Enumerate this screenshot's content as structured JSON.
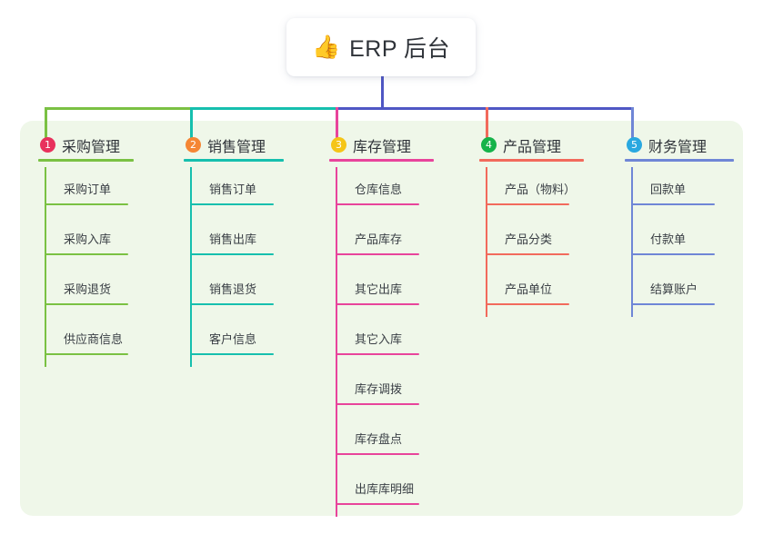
{
  "diagram": {
    "type": "mindmap-tree",
    "background_color": "#ffffff",
    "panel_color": "#eff7e9",
    "root": {
      "icon": "thumbs-up-icon",
      "emoji": "👍",
      "title": "ERP 后台",
      "card_color": "#ffffff",
      "connector_color": "#4f57c4"
    },
    "branches": [
      {
        "number": "1",
        "badge_color": "#e8315c",
        "line_color": "#7ac143",
        "title": "采购管理",
        "items": [
          "采购订单",
          "采购入库",
          "采购退货",
          "供应商信息"
        ]
      },
      {
        "number": "2",
        "badge_color": "#f58634",
        "line_color": "#16bfae",
        "title": "销售管理",
        "items": [
          "销售订单",
          "销售出库",
          "销售退货",
          "客户信息"
        ]
      },
      {
        "number": "3",
        "badge_color": "#f5c518",
        "line_color": "#e8449b",
        "title": "库存管理",
        "items": [
          "仓库信息",
          "产品库存",
          "其它出库",
          "其它入库",
          "库存调拨",
          "库存盘点",
          "出库库明细"
        ]
      },
      {
        "number": "4",
        "badge_color": "#16b34a",
        "line_color": "#f26a5c",
        "title": "产品管理",
        "items": [
          "产品（物料）",
          "产品分类",
          "产品单位"
        ]
      },
      {
        "number": "5",
        "badge_color": "#29a8e0",
        "line_color": "#6f86d6",
        "title": "财务管理",
        "items": [
          "回款单",
          "付款单",
          "结算账户"
        ]
      }
    ]
  }
}
